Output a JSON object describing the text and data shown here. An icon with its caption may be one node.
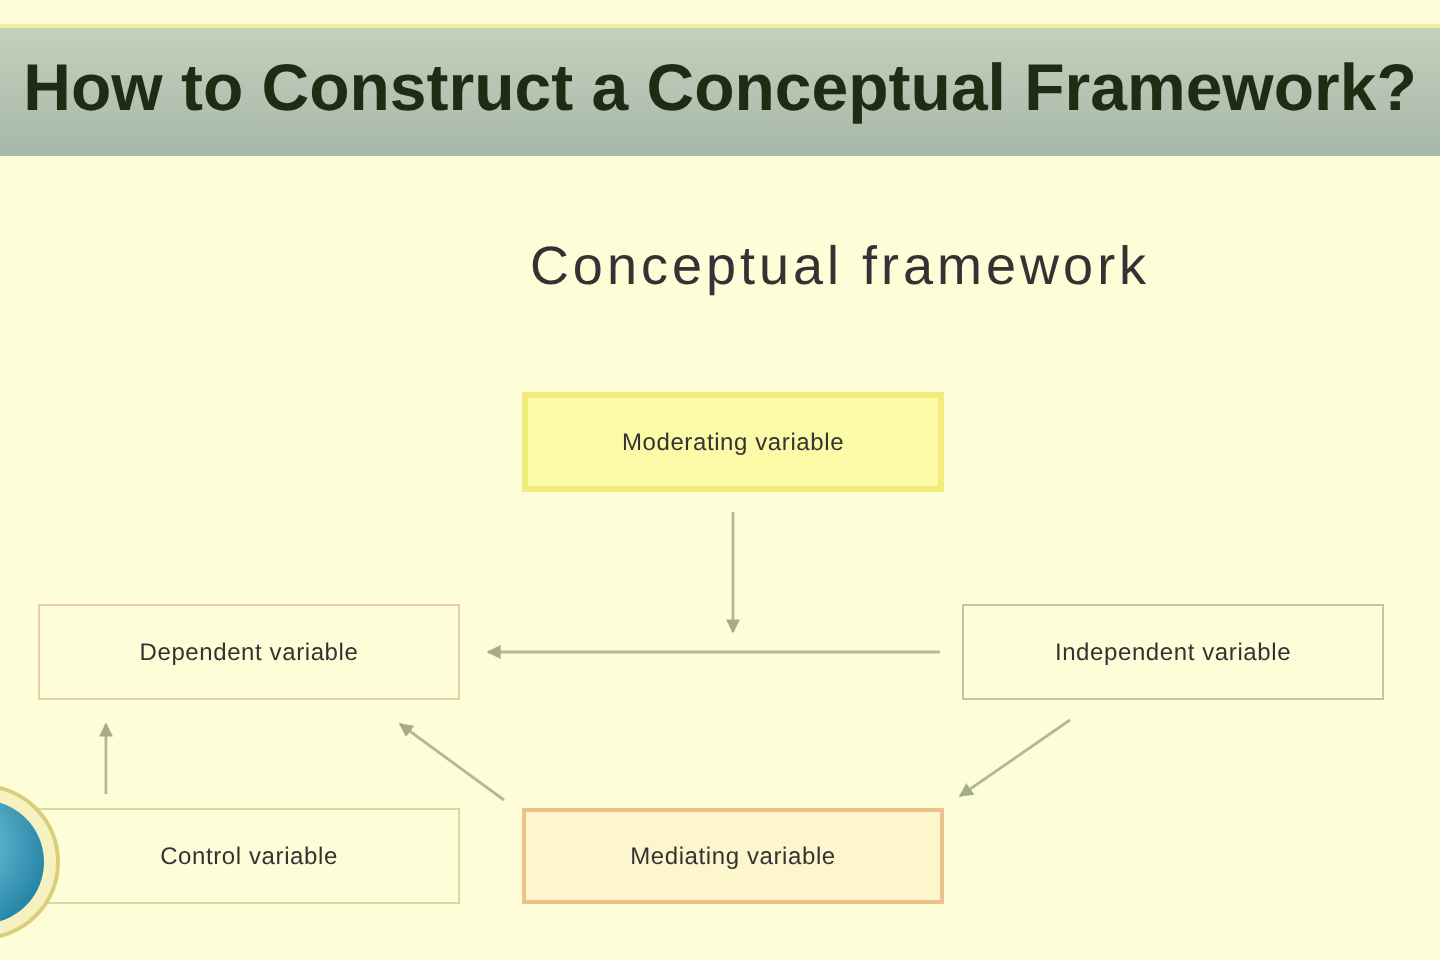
{
  "diagram": {
    "title": "How to Construct a Conceptual Framework?",
    "nodes": [
      {
        "text": [
          "Moderating variable"
        ]
      },
      {
        "text": [
          "Dependent variable"
        ]
      },
      {
        "text": [
          "Independent variable"
        ]
      },
      {
        "text": [
          "Control variable"
        ]
      },
      {
        "text": [
          "Mediating variable"
        ]
      }
    ],
    "edges": [
      {
        "from": 0,
        "to": null,
        "arrow": "to"
      },
      {
        "from": 2,
        "to": 1,
        "arrow": "to"
      },
      {
        "from": 2,
        "to": 4,
        "arrow": "to"
      },
      {
        "from": 4,
        "to": 1,
        "arrow": "to"
      },
      {
        "from": 3,
        "to": 1,
        "arrow": "to"
      }
    ],
    "labels": [
      "Conceptual framework"
    ]
  }
}
